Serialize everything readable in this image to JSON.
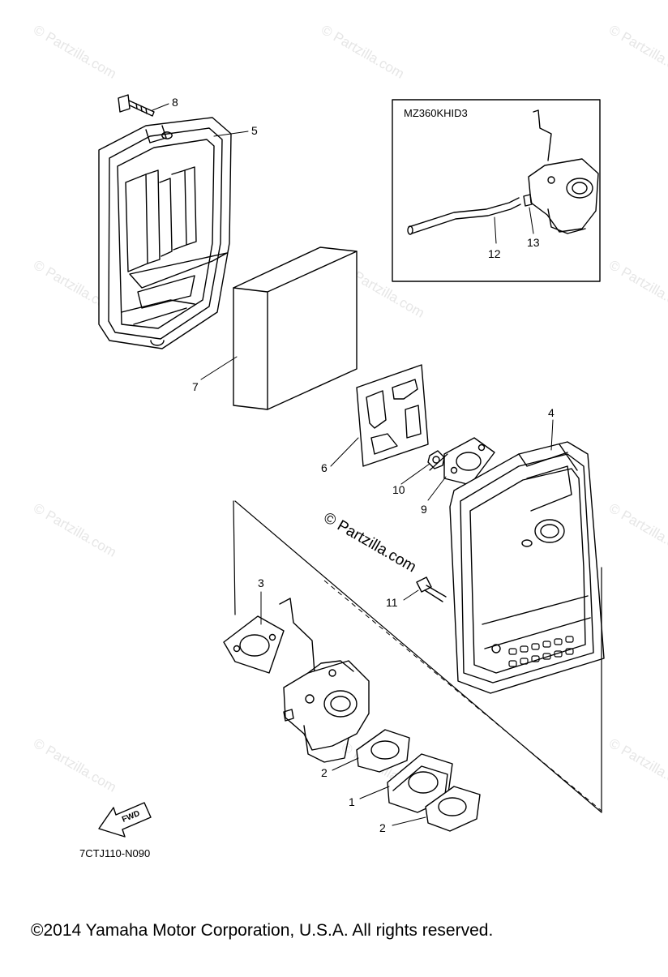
{
  "callouts": {
    "c1": "1",
    "c2a": "2",
    "c2b": "2",
    "c3": "3",
    "c4": "4",
    "c5": "5",
    "c6": "6",
    "c7": "7",
    "c8": "8",
    "c9": "9",
    "c10": "10",
    "c11": "11",
    "c12": "12",
    "c13": "13"
  },
  "inset": {
    "title": "MZ360KHID3"
  },
  "direction_badge": "FWD",
  "diagram_code": "7CTJ110-N090",
  "center_watermark": "© Partzilla.com",
  "watermark_text": "© Partzilla.com",
  "copyright": "©2014  Yamaha Motor Corporation, U.S.A. All rights reserved."
}
